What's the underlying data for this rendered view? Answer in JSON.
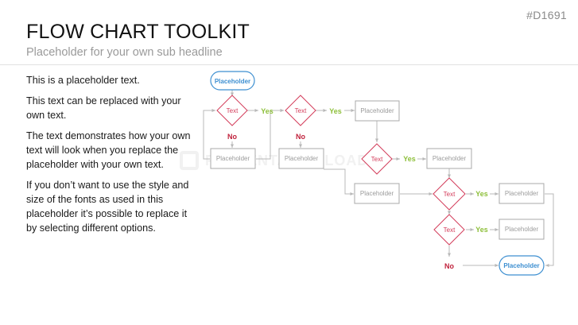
{
  "slide_id": "#D1691",
  "title": "FLOW CHART TOOLKIT",
  "subtitle": "Placeholder for your own sub headline",
  "body_paragraphs": [
    "This is a placeholder text.",
    "This text can be replaced with your own text.",
    "The text demonstrates how your own text will look when you replace the placeholder with your own text.",
    "If you don’t want to use the style and size of the fonts as used in this placeholder it’s possible to replace it by selecting different options."
  ],
  "watermark": "PRESENTATIONLOAD",
  "flowchart": {
    "terminals": [
      {
        "id": "start",
        "label": "Placeholder"
      },
      {
        "id": "end",
        "label": "Placeholder"
      }
    ],
    "decisions": [
      {
        "id": "d1",
        "label": "Text"
      },
      {
        "id": "d2",
        "label": "Text"
      },
      {
        "id": "d3",
        "label": "Text"
      },
      {
        "id": "d4",
        "label": "Text"
      },
      {
        "id": "d5",
        "label": "Text"
      }
    ],
    "processes": [
      {
        "id": "p1",
        "label": "Placeholder"
      },
      {
        "id": "p2",
        "label": "Placeholder"
      },
      {
        "id": "p3",
        "label": "Placeholder"
      },
      {
        "id": "p4",
        "label": "Placeholder"
      },
      {
        "id": "p5",
        "label": "Placeholder"
      },
      {
        "id": "p6",
        "label": "Placeholder"
      },
      {
        "id": "p7",
        "label": "Placeholder"
      }
    ],
    "branch_labels": [
      {
        "id": "yes1",
        "label": "Yes"
      },
      {
        "id": "yes2",
        "label": "Yes"
      },
      {
        "id": "yes3",
        "label": "Yes"
      },
      {
        "id": "yes4",
        "label": "Yes"
      },
      {
        "id": "yes5",
        "label": "Yes"
      },
      {
        "id": "no1",
        "label": "No"
      },
      {
        "id": "no2",
        "label": "No"
      },
      {
        "id": "no3",
        "label": "No"
      }
    ]
  },
  "colors": {
    "terminal": "#3d8fd1",
    "decision": "#d33c5a",
    "yes": "#8dbf3a",
    "no": "#c0223c",
    "process_border": "#a8a8a8",
    "process_text": "#9b9b9b",
    "connector": "#b8b8b8"
  }
}
